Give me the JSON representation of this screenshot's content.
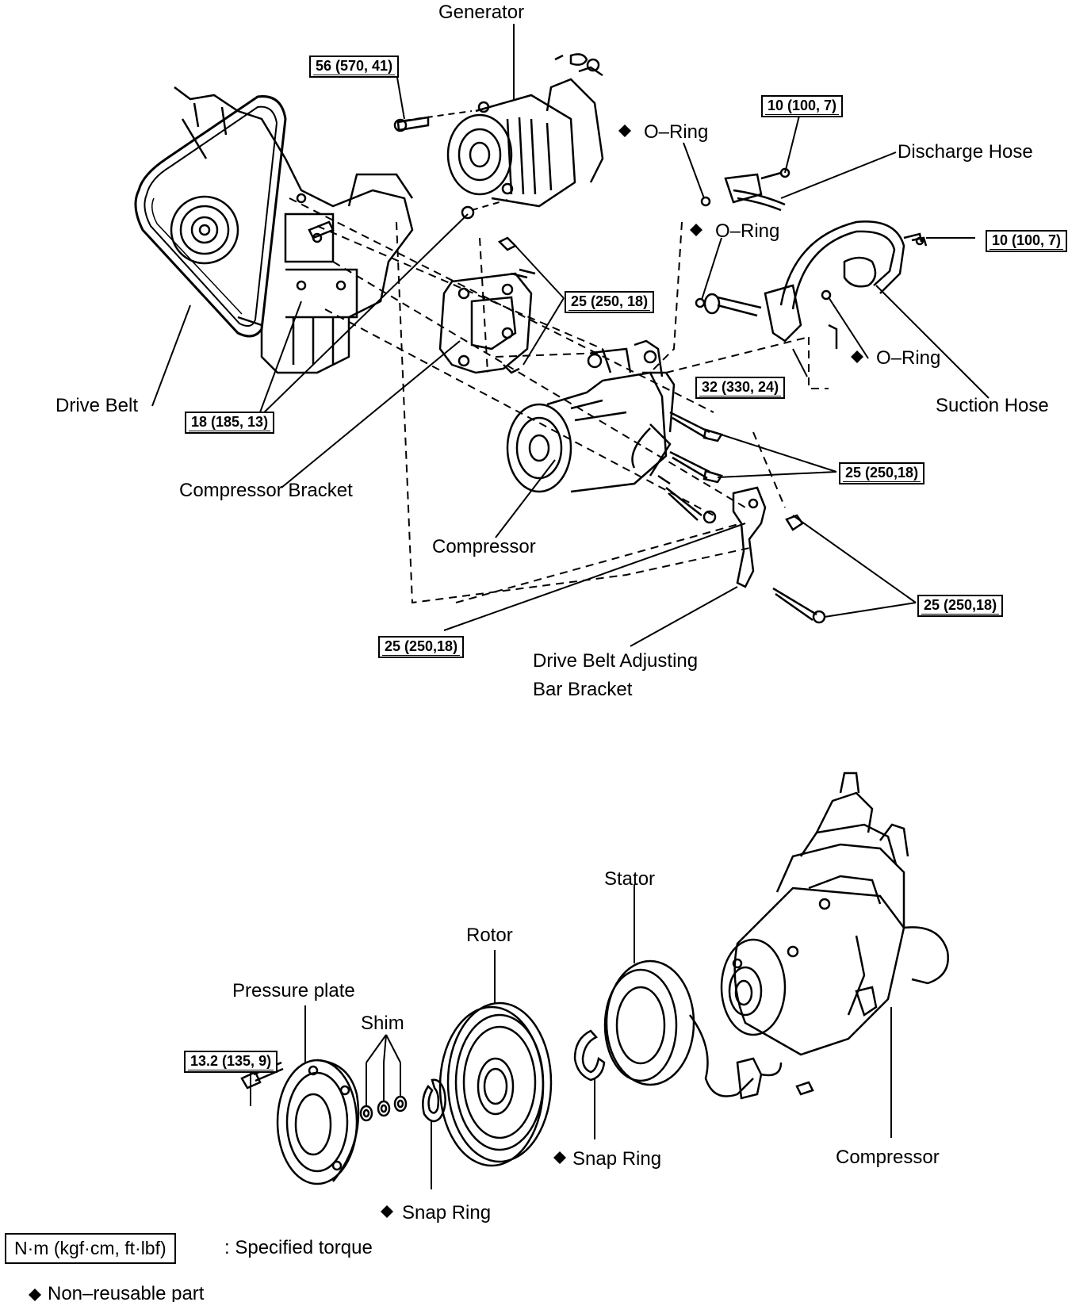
{
  "labels": {
    "generator": "Generator",
    "oring_1": "O–Ring",
    "oring_2": "O–Ring",
    "oring_3": "O–Ring",
    "discharge_hose": "Discharge Hose",
    "suction_hose": "Suction Hose",
    "drive_belt": "Drive Belt",
    "compressor_bracket": "Compressor Bracket",
    "compressor_top": "Compressor",
    "drive_belt_adjusting_1": "Drive Belt Adjusting",
    "drive_belt_adjusting_2": "Bar Bracket",
    "stator": "Stator",
    "rotor": "Rotor",
    "pressure_plate": "Pressure plate",
    "shim": "Shim",
    "snap_ring_1": "Snap Ring",
    "snap_ring_2": "Snap Ring",
    "compressor_bottom": "Compressor"
  },
  "torques": {
    "t1": "56 (570, 41)",
    "t2": "10 (100, 7)",
    "t3": "10 (100, 7)",
    "t4": "25 (250, 18)",
    "t5": "32 (330, 24)",
    "t6": "18 (185, 13)",
    "t7": "25 (250,18)",
    "t8": "25 (250,18)",
    "t9": "25 (250,18)",
    "t10": "13.2 (135, 9)"
  },
  "symbols": {
    "diamond": "◆"
  },
  "legend": {
    "unit": "N·m (kgf·cm, ft·lbf)",
    "unit_desc": ": Specified torque",
    "nonreusable": "Non–reusable part"
  }
}
